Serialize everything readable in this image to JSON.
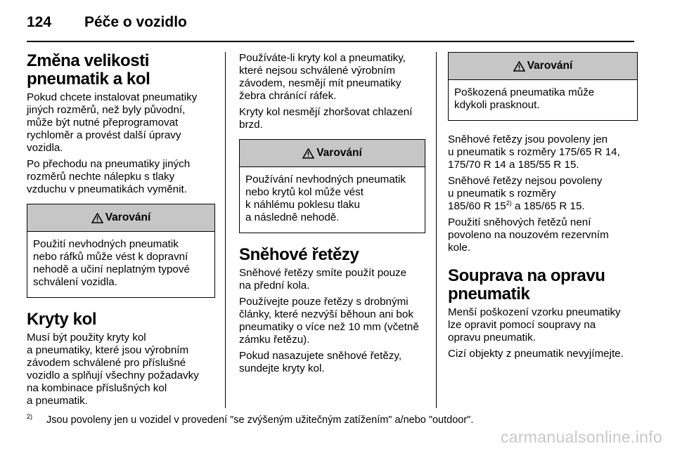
{
  "header": {
    "page_number": "124",
    "title": "Péče o vozidlo"
  },
  "warning_label": "Varování",
  "col1": {
    "heading1": "Změna velikosti pneumatik a kol",
    "p1": "Pokud chcete instalovat pneumatiky\njiných rozměrů, než byly původní,\nmůže být nutné přeprogramovat\nrychloměr a provést další úpravy\nvozidla.",
    "p2": "Po přechodu na pneumatiky jiných\nrozměrů nechte nálepku s tlaky\nvzduchu v pneumatikách vyměnit.",
    "warning1": "Použití nevhodných pneumatik\nnebo ráfků může vést k dopravní\nnehodě a učiní neplatným typové\nschválení vozidla.",
    "heading2": "Kryty kol",
    "p3": "Musí být použity kryty kol\na pneumatiky, které jsou výrobním\nzávodem schválené pro příslušné\nvozidlo a splňují všechny požadavky\nna kombinace příslušných kol\na pneumatik."
  },
  "col2": {
    "p1": "Používáte-li kryty kol a pneumatiky,\nkteré nejsou schválené výrobním\nzávodem, nesmějí mít pneumatiky\nžebra chránící ráfek.",
    "p2": "Kryty kol nesmějí zhoršovat chlazení\nbrzd.",
    "warning2": "Používání nevhodných pneumatik\nnebo krytů kol může vést\nk náhlému poklesu tlaku\na následně nehodě.",
    "heading3": "Sněhové řetězy",
    "p3": "Sněhové řetězy smíte použít pouze\nna přední kola.",
    "p4": "Používejte pouze řetězy s drobnými\nčlánky, které nezvýší běhoun ani bok\npneumatiky o více než 10 mm (včetně\nzámku řetězu).",
    "p5": "Pokud nasazujete sněhové řetězy,\nsundejte kryty kol."
  },
  "col3": {
    "warning3": "Poškozená pneumatika může\nkdykoli prasknout.",
    "p1": "Sněhové řetězy jsou povoleny jen\nu pneumatik s rozměry 175/65 R 14,\n175/70 R 14 a 185/55 R 15.",
    "p2_a": "Sněhové řetězy nejsou povoleny\nu pneumatik s rozměry\n185/60 R 15",
    "p2_sup": "2)",
    "p2_b": " a 185/65 R 15.",
    "p3": "Použití sněhových řetězů není\npovoleno na nouzovém rezervním\nkole.",
    "heading4": "Souprava na opravu pneumatik",
    "p4": "Menší poškození vzorku pneumatiky\nlze opravit pomocí soupravy na\nopravu pneumatik.",
    "p5": "Cizí objekty z pneumatik nevyjímejte."
  },
  "footnote": {
    "mark": "2)",
    "text": "Jsou povoleny jen u vozidel v provedení \"se zvýšeným užitečným zatížením\" a/nebo \"outdoor\"."
  },
  "watermark": "carmanualsonline.info"
}
